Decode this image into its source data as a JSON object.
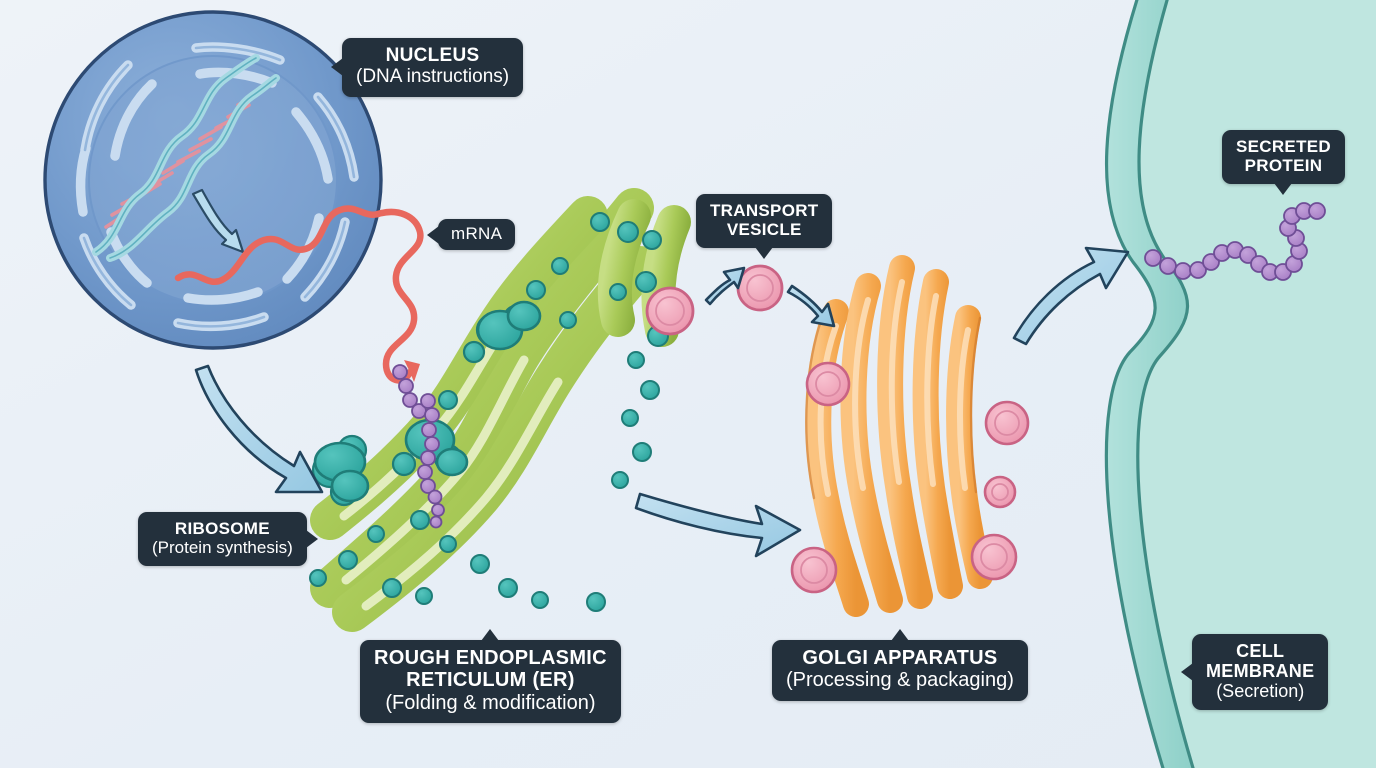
{
  "diagram": {
    "title": "Protein secretion pathway (nucleus to cell membrane)",
    "background_color": "#e9eff6",
    "extracellular_color": "#bfe6e0"
  },
  "callouts": {
    "nucleus": {
      "title": "NUCLEUS",
      "subtitle": "(DNA instructions)"
    },
    "mrna": {
      "title": "mRNA",
      "subtitle": ""
    },
    "transport": {
      "title": "TRANSPORT",
      "subtitle": "VESICLE"
    },
    "secreted": {
      "title": "SECRETED",
      "subtitle": "PROTEIN"
    },
    "ribosome": {
      "title": "RIBOSOME",
      "subtitle": "(Protein synthesis)"
    },
    "er": {
      "title": "ROUGH ENDOPLASMIC",
      "title2": "RETICULUM (ER)",
      "subtitle": "(Folding & modification)"
    },
    "golgi": {
      "title": "GOLGI APPARATUS",
      "subtitle": "(Processing & packaging)"
    },
    "membrane": {
      "title": "CELL",
      "title2": "MEMBRANE",
      "subtitle": "(Secretion)"
    }
  },
  "organelles": {
    "nucleus": {
      "name": "nucleus",
      "fill": "#7196c9",
      "inner_fill": "#7fa4d3",
      "stroke": "#2d4a73",
      "pore_color": "#c5d8ef",
      "dna_strand_color": "#a8dbe3",
      "dna_rung_color": "#e3a3ae"
    },
    "endoplasmic_reticulum": {
      "name": "rough-endoplasmic-reticulum",
      "fill": "#a8c94f",
      "fill_light": "#c2dd7a",
      "stroke": "#4e7222",
      "ribosome_color": "#3fb3ac",
      "ribosome_stroke": "#1f7d78"
    },
    "golgi": {
      "name": "golgi-apparatus",
      "fill": "#f5ab55",
      "stroke": "#c9722a",
      "vesicle_fill": "#f2a7bb",
      "vesicle_stroke": "#c96384"
    },
    "cell_membrane": {
      "name": "cell-membrane",
      "fill": "#9ed9d2",
      "stroke": "#3f8c85"
    }
  },
  "molecules": {
    "mrna_strand": {
      "color": "#e8685e",
      "stroke": "#c04a42"
    },
    "polypeptide": {
      "bead_fill": "#b28ace",
      "bead_stroke": "#6f4e96",
      "bead_count": 16
    },
    "secreted_protein": {
      "bead_fill": "#b28ace",
      "bead_stroke": "#6f4e96",
      "bead_count": 18
    },
    "transport_vesicle": {
      "fill": "#f2a7bb",
      "stroke": "#c96384"
    }
  },
  "arrows": {
    "color": "#aad4ea",
    "stroke": "#22435c",
    "items": [
      {
        "name": "arrow-nucleus-to-er",
        "from": "nucleus",
        "to": "endoplasmic-reticulum"
      },
      {
        "name": "arrow-er-to-vesicle",
        "from": "endoplasmic-reticulum",
        "to": "transport-vesicle"
      },
      {
        "name": "arrow-vesicle-to-golgi",
        "from": "transport-vesicle",
        "to": "golgi-apparatus"
      },
      {
        "name": "arrow-er-to-golgi",
        "from": "endoplasmic-reticulum",
        "to": "golgi-apparatus"
      },
      {
        "name": "arrow-golgi-to-membrane",
        "from": "golgi-apparatus",
        "to": "cell-membrane"
      },
      {
        "name": "arrow-dna-to-mrna",
        "from": "dna",
        "to": "mrna"
      }
    ]
  }
}
